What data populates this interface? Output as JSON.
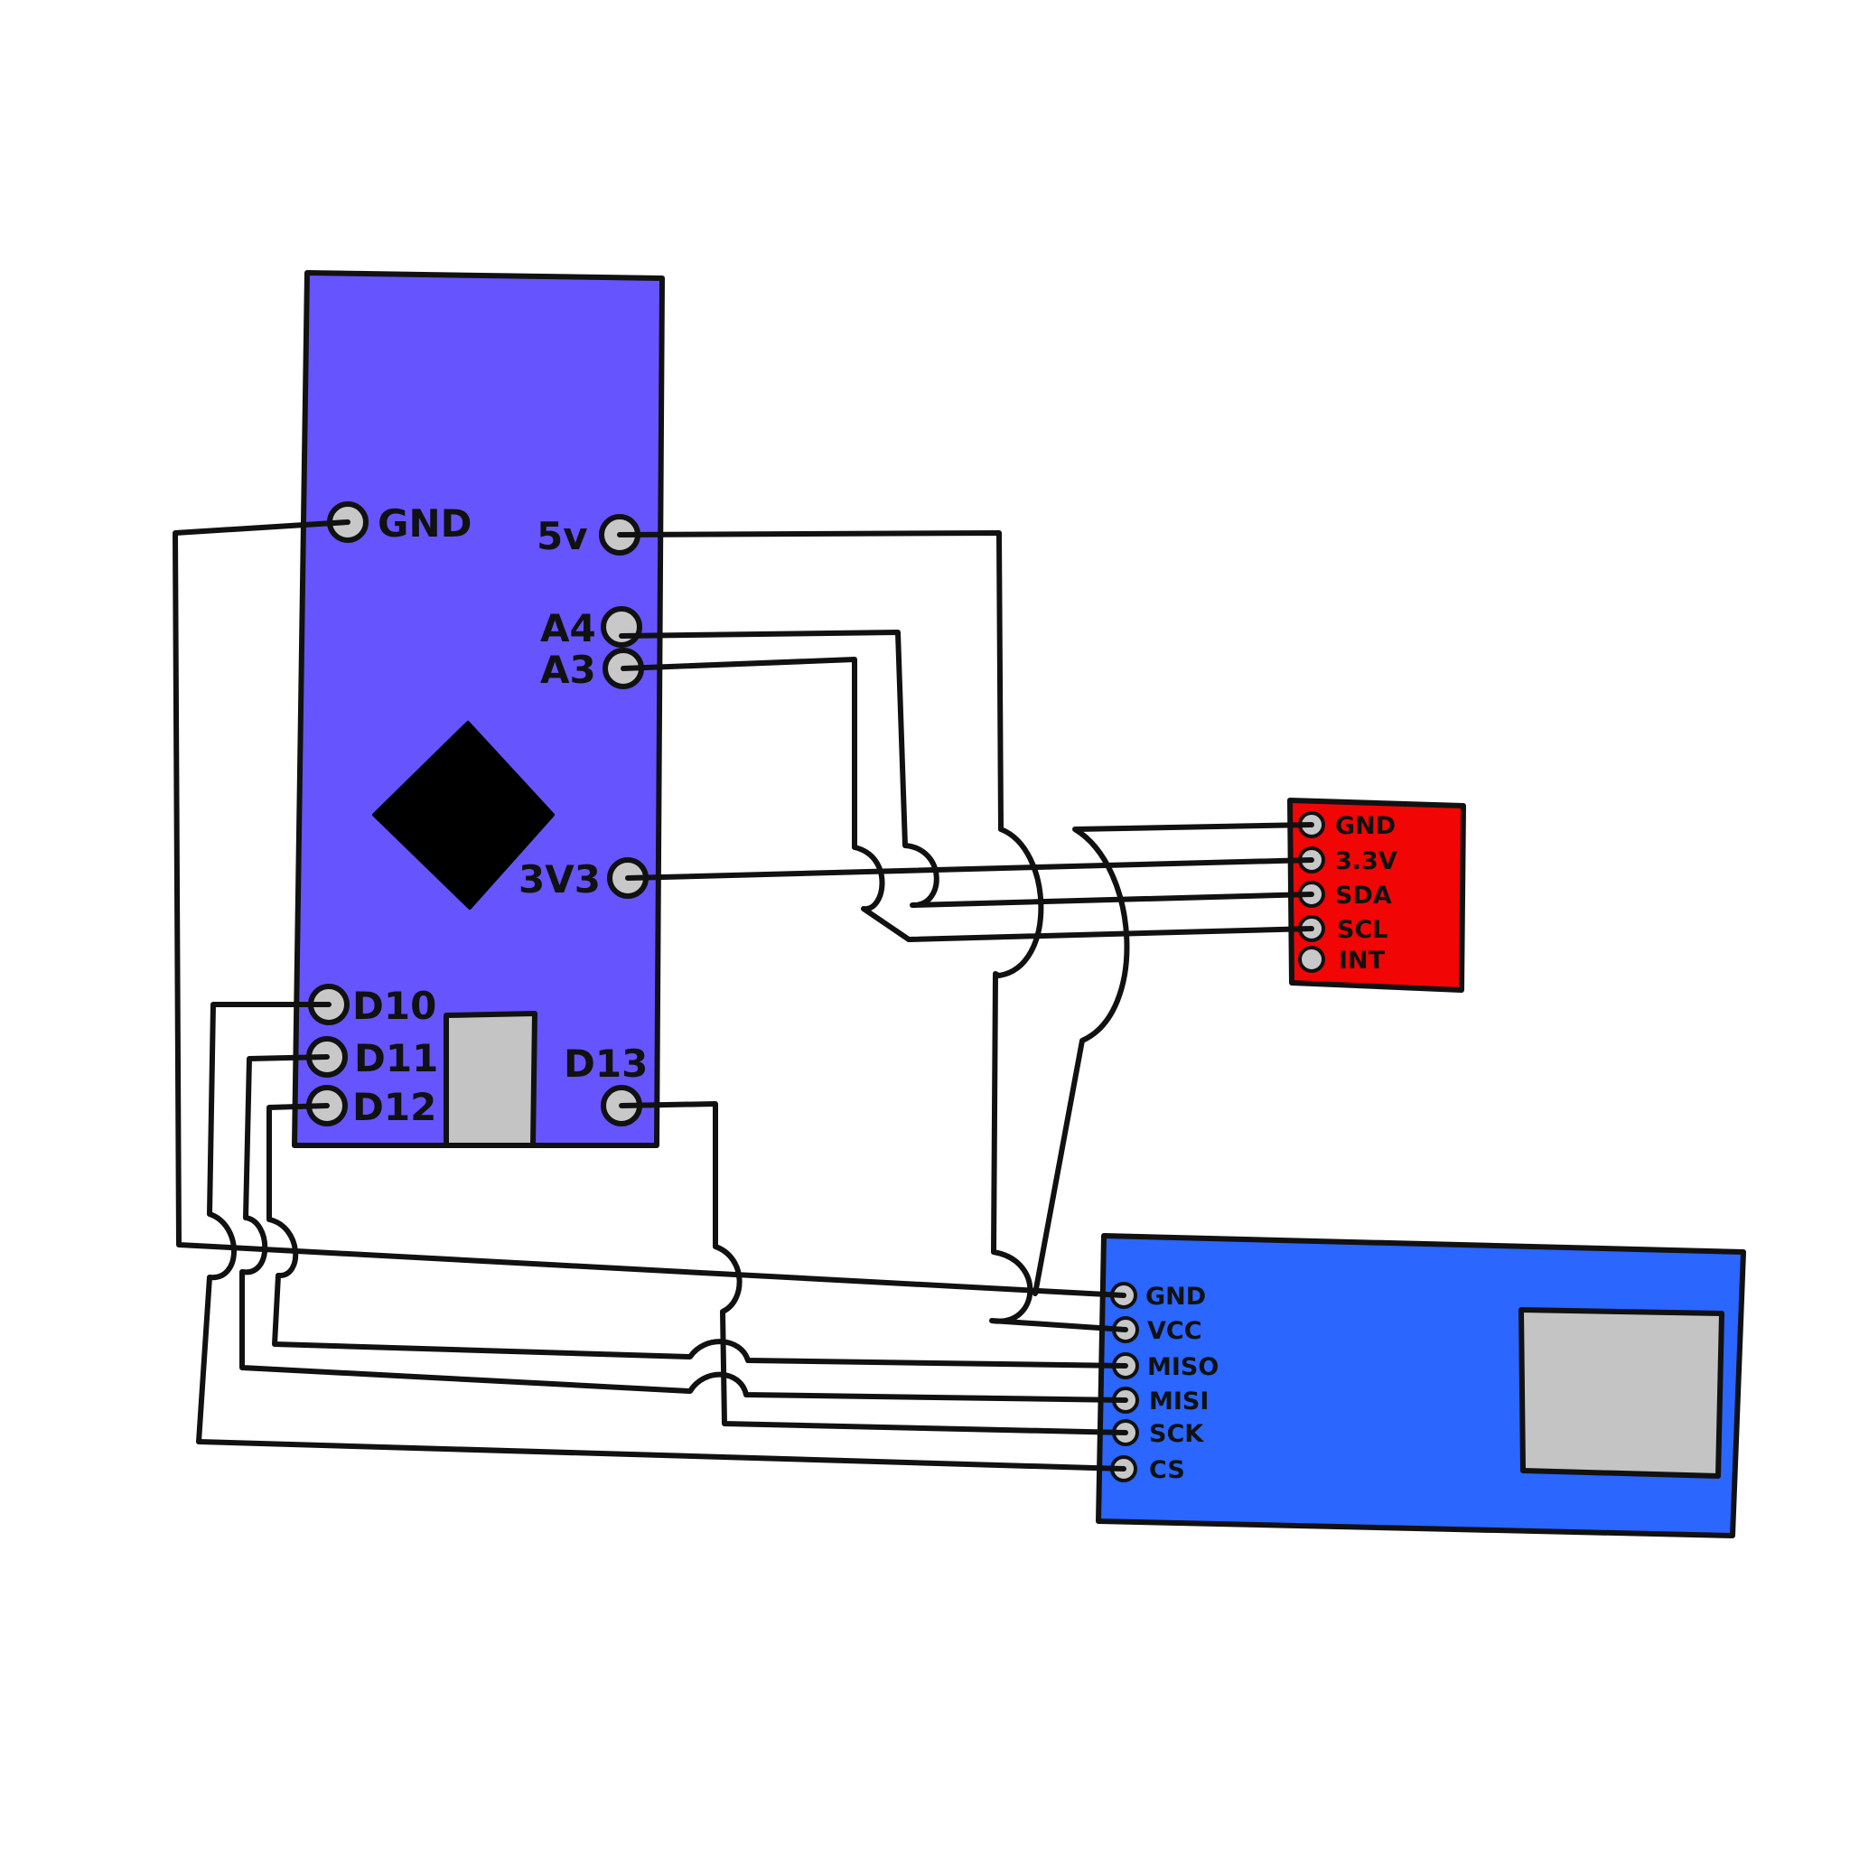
{
  "colors": {
    "microcontroller_board": "#6655ff",
    "sensor_board": "#f20505",
    "module_board": "#2a66ff",
    "pin_fill": "#c8c8c8",
    "connector_fill": "#c4c4c4",
    "outline": "#111111"
  },
  "microcontroller": {
    "pins": {
      "gnd": "GND",
      "v5": "5v",
      "a4": "A4",
      "a3": "A3",
      "v33": "3V3",
      "d10": "D10",
      "d11": "D11",
      "d12": "D12",
      "d13": "D13"
    }
  },
  "sensor": {
    "pins": [
      "GND",
      "3.3V",
      "SDA",
      "SCL",
      "INT"
    ]
  },
  "module": {
    "pins": [
      "GND",
      "VCC",
      "MISO",
      "MISI",
      "SCK",
      "CS"
    ]
  }
}
